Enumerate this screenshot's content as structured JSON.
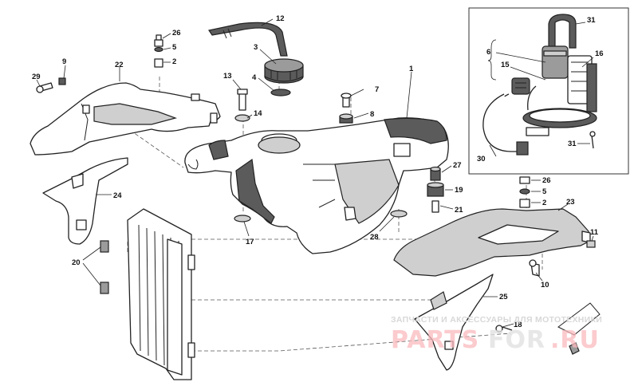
{
  "diagram": {
    "callouts": {
      "c1": "1",
      "c2": "2",
      "c3": "3",
      "c4": "4",
      "c5": "5",
      "c6": "6",
      "c7": "7",
      "c8": "8",
      "c9": "9",
      "c10": "10",
      "c11": "11",
      "c12": "12",
      "c13": "13",
      "c14": "14",
      "c15": "15",
      "c16": "16",
      "c17": "17",
      "c18": "18",
      "c19": "19",
      "c20": "20",
      "c21": "21",
      "c22": "22",
      "c23": "23",
      "c24": "24",
      "c25": "25",
      "c26": "26",
      "c27": "27",
      "c28": "28",
      "c29": "29",
      "c30": "30",
      "c31": "31",
      "c2b": "2",
      "c5b": "5",
      "c26b": "26"
    }
  },
  "watermark": {
    "caption": "ЗАПЧАСТИ И АКСЕССУАРЫ ДЛЯ МОТОТЕХНИКИ",
    "brand_part1": "PARTS",
    "brand_part2": "FOR",
    "brand_part3": ".RU"
  },
  "colors": {
    "line": "#222222",
    "fill_light": "#ffffff",
    "fill_dark": "#5b5b5b",
    "fill_mid": "#9b9b9b",
    "watermark_pink": "#f7b4ba",
    "watermark_grey": "#d8d8d8"
  }
}
